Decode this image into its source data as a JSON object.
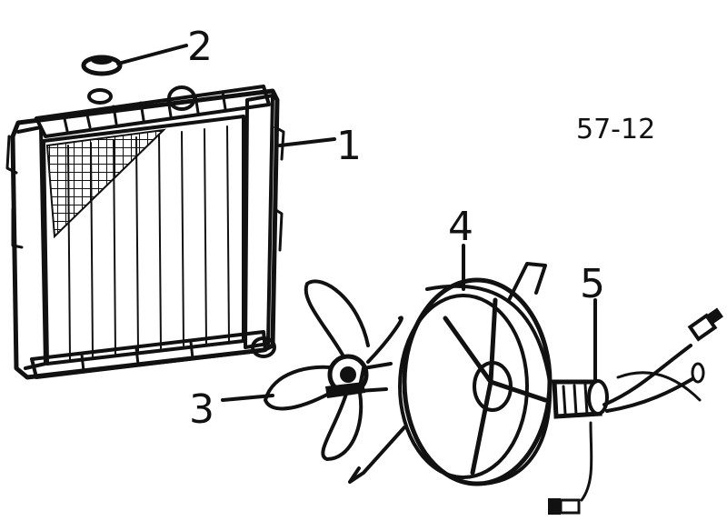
{
  "diagram": {
    "reference_code": "57-12",
    "callouts": [
      {
        "id": "1",
        "label": "1"
      },
      {
        "id": "2",
        "label": "2"
      },
      {
        "id": "3",
        "label": "3"
      },
      {
        "id": "4",
        "label": "4"
      },
      {
        "id": "5",
        "label": "5"
      }
    ]
  },
  "colors": {
    "ink": "#111111",
    "paper": "#ffffff"
  }
}
